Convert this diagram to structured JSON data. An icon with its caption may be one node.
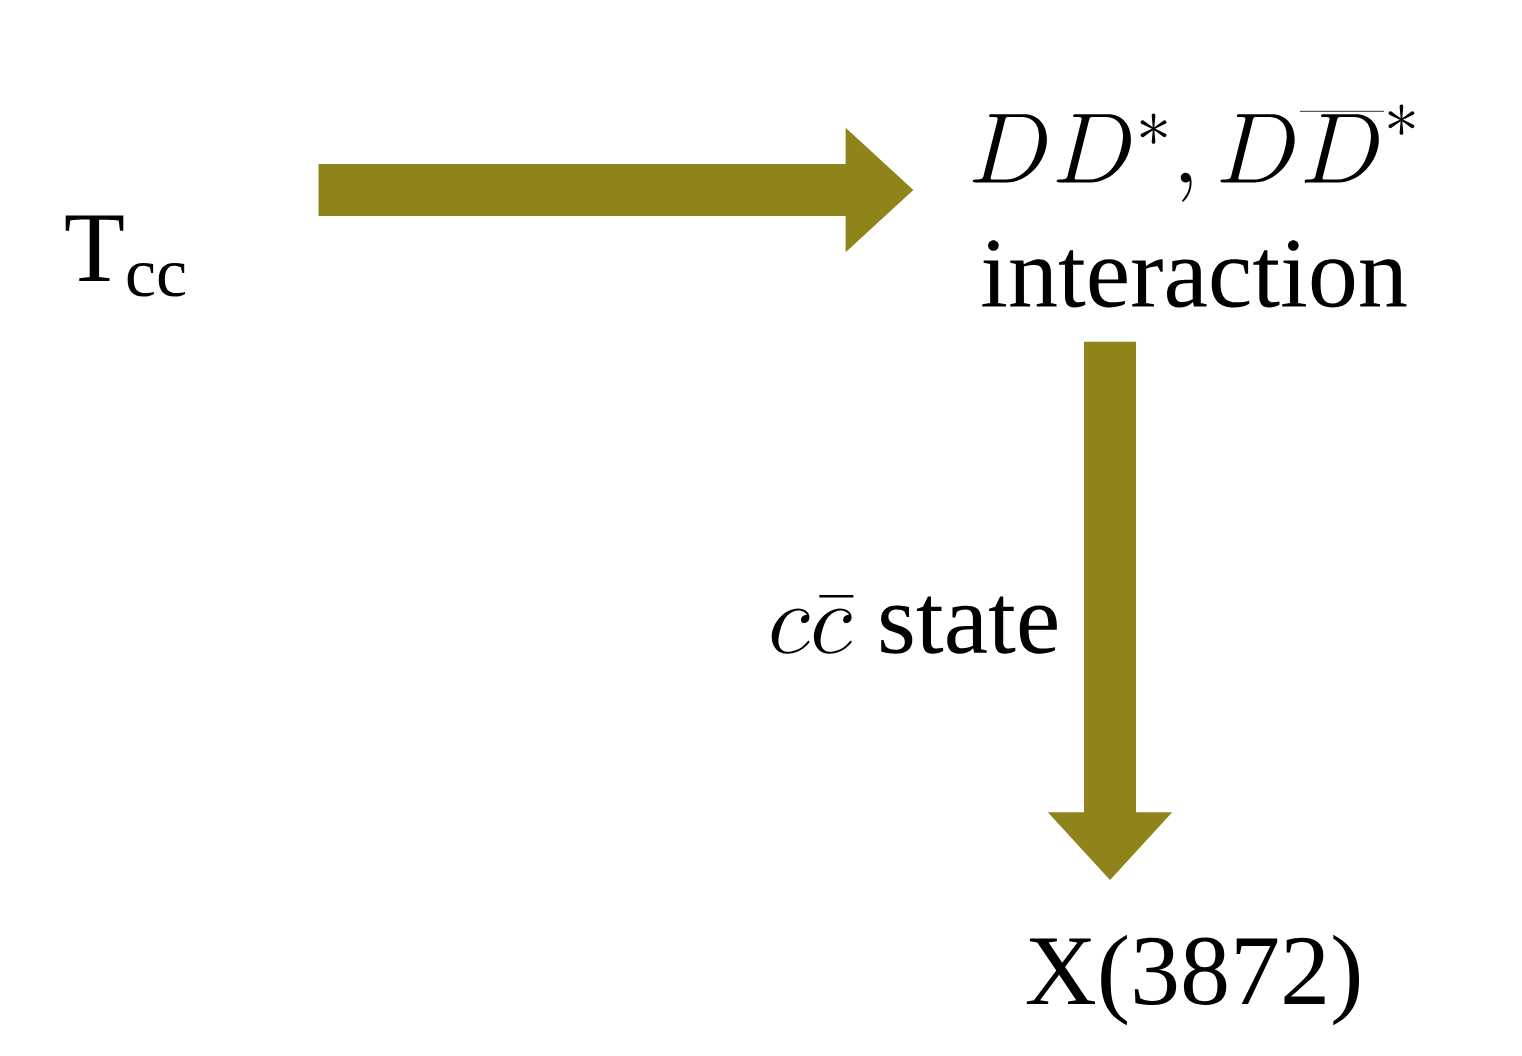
{
  "diagram": {
    "nodes": [
      {
        "text": [
          "T$_{cc}$"
        ]
      },
      {
        "text": [
          "DD^*, D\\overline{D}^*",
          "interaction"
        ]
      },
      {
        "text": [
          "X(3872)"
        ]
      }
    ],
    "edges": [
      {
        "from": 0,
        "to": 1,
        "arrow": "to"
      },
      {
        "from": 1,
        "to": 2,
        "arrow": "to",
        "label": "c\\bar{c}\\ \\mathrm{state}"
      }
    ]
  }
}
